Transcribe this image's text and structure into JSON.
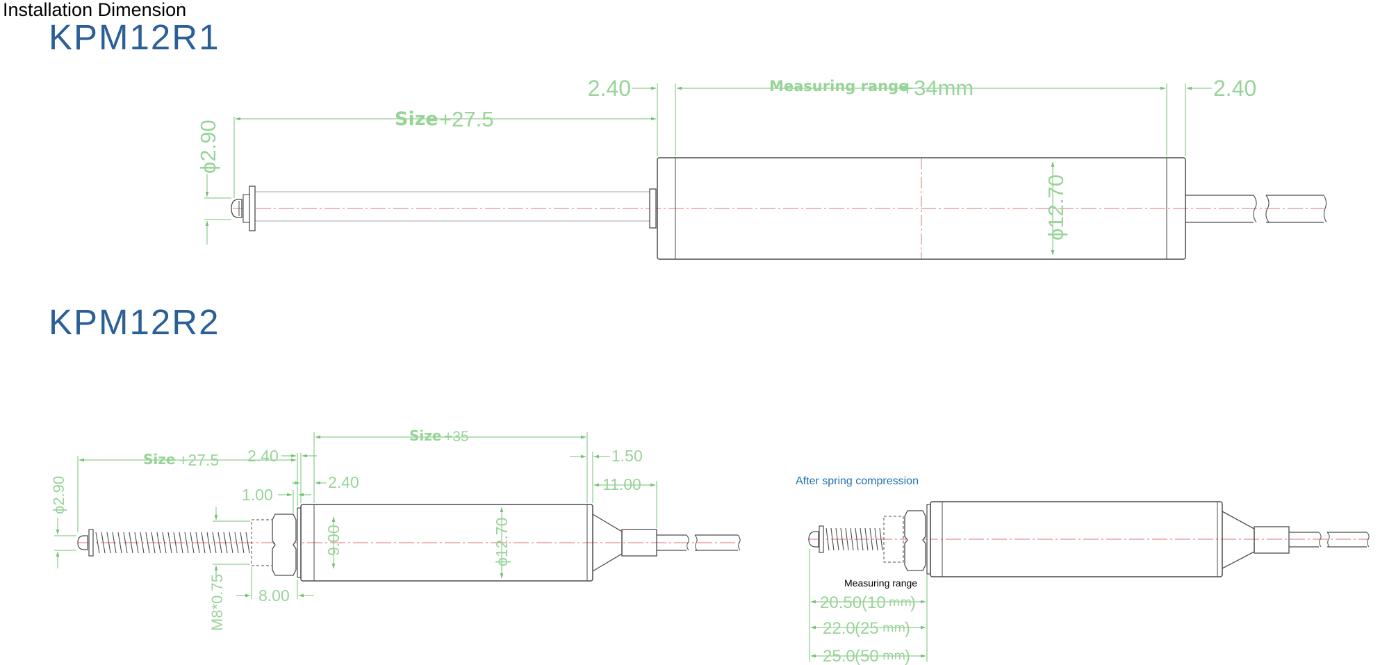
{
  "page_title": "Installation Dimension",
  "colors": {
    "heading_blue": "#2b5f97",
    "annotation_blue": "#1f6fb2",
    "dimension_green": "#98d498",
    "dimension_line_green": "#76c276",
    "outline": "#4a4a4a",
    "centerline_red": "#e07070"
  },
  "models": [
    {
      "name": "KPM12R1",
      "dimensions": {
        "tip_offset": "2.40",
        "measuring_range": "Measuring range",
        "measuring_range_suffix": "+34mm",
        "tail_offset": "2.40",
        "size_word": "Size",
        "size_suffix": "+27.5",
        "tip_diameter": "ϕ2.90",
        "body_diameter": "ϕ12.70"
      }
    },
    {
      "name": "KPM12R2",
      "dimensions": {
        "size_word": "Size",
        "size_suffix": "+27.5",
        "flange_thickness": "2.40",
        "body_size_word": "Size",
        "body_size_suffix": "+35",
        "rear_cap": "1.50",
        "cable_length": "11.00",
        "nut_gap": "1.00",
        "body_offset": "2.40",
        "tip_diameter": "ϕ2.90",
        "nut_width": "9.00",
        "body_diameter": "ϕ12.70",
        "thread": "M8*0.75",
        "nut_length": "8.00"
      }
    }
  ],
  "compression_view": {
    "title": "After spring compression",
    "label": "Measuring range",
    "rows": [
      {
        "value": "20.50",
        "range": "(10",
        "unit": "mm",
        "close": ")"
      },
      {
        "value": "22.0",
        "range": "(25",
        "unit": "mm",
        "close": ")"
      },
      {
        "value": "25.0",
        "range": "(50",
        "unit": "mm",
        "close": ")"
      }
    ]
  }
}
